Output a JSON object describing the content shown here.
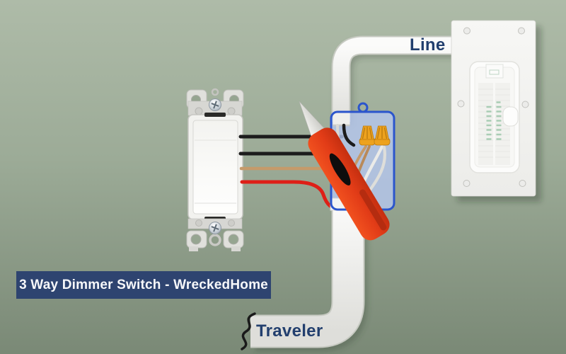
{
  "banner": {
    "text": "3 Way Dimmer Switch - WreckedHome"
  },
  "labels": {
    "line": "Line",
    "traveler": "Traveler"
  },
  "colors": {
    "bg_top": "#aebba8",
    "bg_mid": "#9cab97",
    "bg_bottom": "#7a8976",
    "banner_bg": "#2e4470",
    "banner_text": "#f7f8fa",
    "label_text": "#223f6e",
    "box_stroke": "#2b55cc",
    "box_fill": "#b5c7ef",
    "wire_black": "#1c1c1c",
    "wire_red": "#de1f17",
    "wire_tan": "#c59a6a",
    "wire_white": "#ebebe8",
    "wire_nut": "#eda21e",
    "wire_nut_dark": "#b97a10",
    "tool_body": "#e23c17",
    "tool_stripe": "#b52c10",
    "tool_tip": "#e3e3df",
    "conduit": "#f1f1ee",
    "conduit_edge": "#c7cac2",
    "panel_body": "#f4f4f2",
    "breaker_mark": "#a9cdb4",
    "switch_body": "#f2f2ef",
    "strap_metal": "#d7d7d3"
  },
  "components": {
    "switch": "3-way dimmer rocker switch",
    "junction_box": "junction box with 2 wire nuts",
    "breaker_panel": "electrical service panel",
    "tool": "red screwdriver",
    "line_conduit": "conduit to panel",
    "traveler_conduit": "conduit with break symbol",
    "wires": [
      "black",
      "black",
      "tan",
      "red"
    ]
  }
}
